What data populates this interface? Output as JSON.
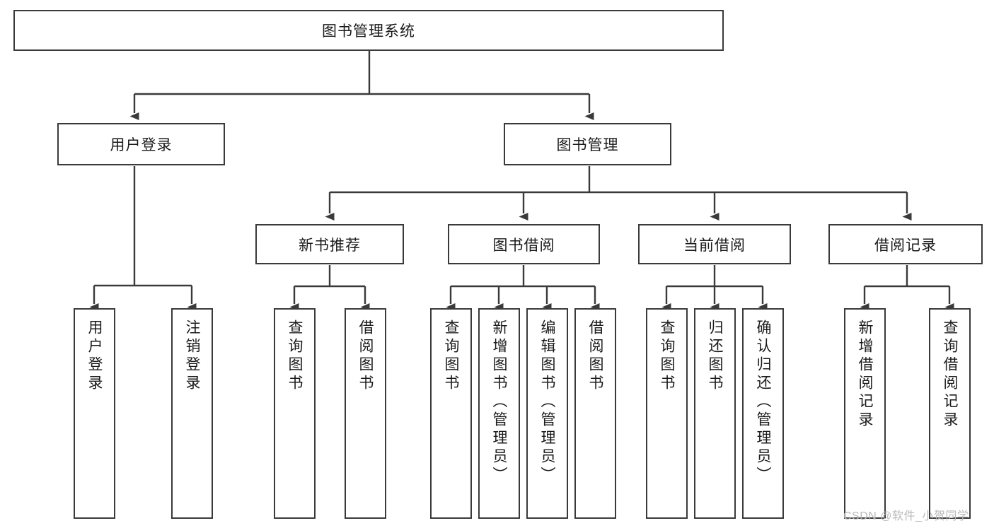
{
  "diagram": {
    "title": "图书管理系统",
    "type": "tree-hierarchy-diagram",
    "root": {
      "id": "root",
      "label": "图书管理系统"
    },
    "level1": [
      {
        "id": "user-login",
        "label": "用户登录"
      },
      {
        "id": "book-manage",
        "label": "图书管理"
      }
    ],
    "level2": [
      {
        "id": "new-book-rec",
        "label": "新书推荐",
        "parent": "book-manage"
      },
      {
        "id": "book-borrow",
        "label": "图书借阅",
        "parent": "book-manage"
      },
      {
        "id": "current-borrow",
        "label": "当前借阅",
        "parent": "book-manage"
      },
      {
        "id": "borrow-record",
        "label": "借阅记录",
        "parent": "book-manage"
      }
    ],
    "leaves": [
      {
        "id": "leaf-user-login",
        "label": "用户登录",
        "parent": "user-login"
      },
      {
        "id": "leaf-user-logout",
        "label": "注销登录",
        "parent": "user-login"
      },
      {
        "id": "leaf-query-book-1",
        "label": "查询图书",
        "parent": "new-book-rec"
      },
      {
        "id": "leaf-borrow-book-1",
        "label": "借阅图书",
        "parent": "new-book-rec"
      },
      {
        "id": "leaf-query-book-2",
        "label": "查询图书",
        "parent": "book-borrow"
      },
      {
        "id": "leaf-add-book",
        "label": "新增图书（管理员）",
        "parent": "book-borrow"
      },
      {
        "id": "leaf-edit-book",
        "label": "编辑图书（管理员）",
        "parent": "book-borrow"
      },
      {
        "id": "leaf-borrow-book-2",
        "label": "借阅图书",
        "parent": "book-borrow"
      },
      {
        "id": "leaf-query-book-3",
        "label": "查询图书",
        "parent": "current-borrow"
      },
      {
        "id": "leaf-return-book",
        "label": "归还图书",
        "parent": "current-borrow"
      },
      {
        "id": "leaf-confirm-return",
        "label": "确认归还（管理员）",
        "parent": "current-borrow"
      },
      {
        "id": "leaf-add-record",
        "label": "新增借阅记录",
        "parent": "borrow-record"
      },
      {
        "id": "leaf-query-record",
        "label": "查询借阅记录",
        "parent": "borrow-record"
      }
    ]
  },
  "watermark": {
    "text": "CSDN @软件_小贺同学"
  },
  "colors": {
    "stroke": "#3a3a3a",
    "box_fill": "#ffffff",
    "text": "#1a1a1a",
    "watermark": "#b9b9b9",
    "background": "#ffffff"
  }
}
